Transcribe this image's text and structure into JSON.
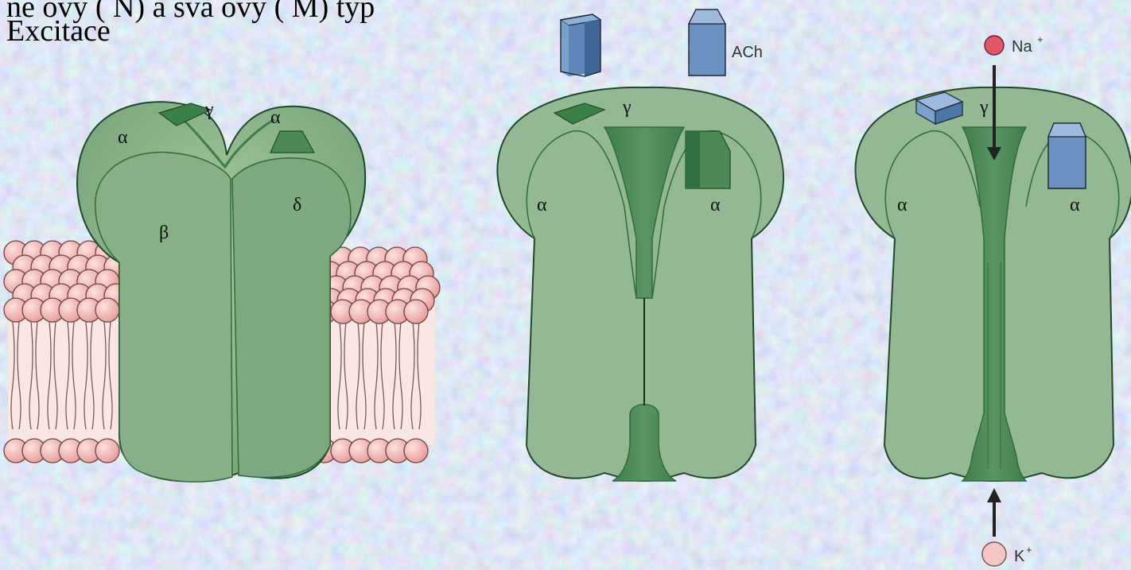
{
  "header": {
    "line1": "ne ový (  N) a sva ový (  M) typ",
    "line2": "Excitace"
  },
  "receptor_closed": {
    "label_gamma": "γ",
    "label_alpha_left": "α",
    "label_alpha_right": "α",
    "label_beta": "β",
    "label_delta": "δ"
  },
  "receptor_bound": {
    "label_gamma": "γ",
    "label_alpha_left": "α",
    "label_alpha_right": "α",
    "ligand_label": "ACh"
  },
  "receptor_open": {
    "label_gamma": "γ",
    "label_alpha_left": "α",
    "label_alpha_right": "α",
    "ion_top_symbol": "Na",
    "ion_top_charge": "+",
    "ion_bottom_symbol": "K",
    "ion_bottom_charge": "+"
  },
  "colors": {
    "protein_light": "#9fbf9b",
    "protein_mid": "#7fa97f",
    "protein_dark": "#3c7a4a",
    "membrane_head": "#f3b9b4",
    "ligand_blue": "#6f96c6",
    "sodium_red": "#e05866",
    "potassium_pink": "#f6c6c4"
  }
}
